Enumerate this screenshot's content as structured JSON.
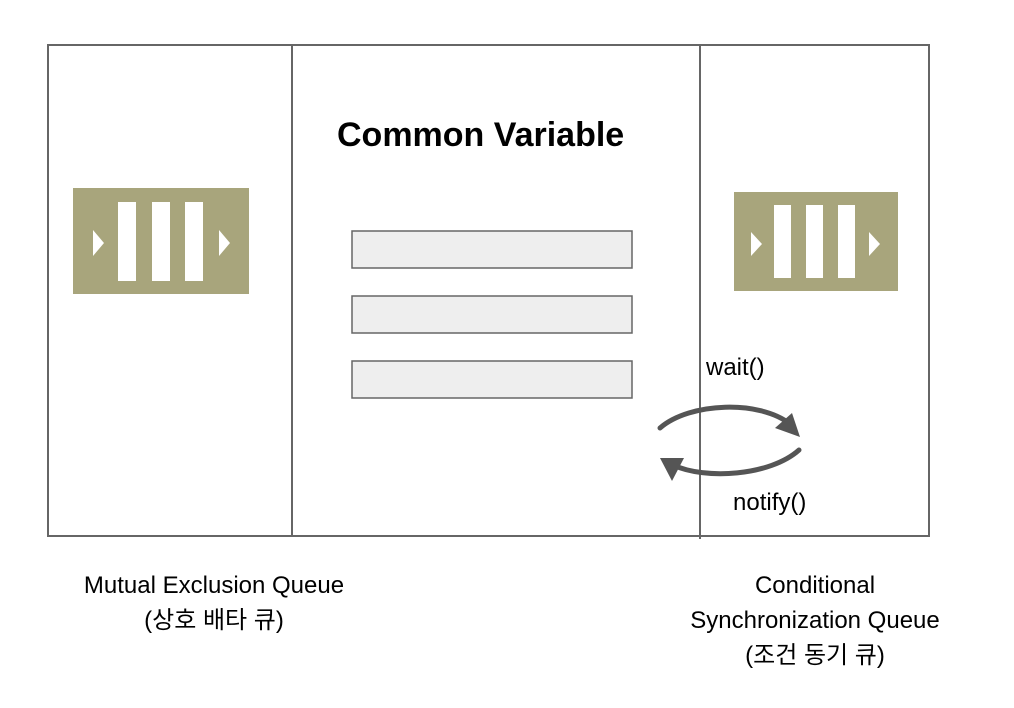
{
  "title": "Common Variable",
  "left_queue": {
    "label_line1": "Mutual Exclusion Queue",
    "label_line2": "(상호 배타 큐)"
  },
  "right_queue": {
    "label_line1": "Conditional",
    "label_line2": "Synchronization  Queue",
    "label_line3": "(조건 동기 큐)"
  },
  "arrows": {
    "wait": "wait()",
    "notify": "notify()"
  },
  "variables": [
    {
      "value": ""
    },
    {
      "value": ""
    },
    {
      "value": ""
    }
  ],
  "colors": {
    "queue_fill": "#a8a57c",
    "slot_fill": "#ffffff",
    "variable_fill": "#eeeeee",
    "variable_stroke": "#666666",
    "frame_stroke": "#666666",
    "arrow": "#555555"
  },
  "icons": [
    "queue-icon",
    "curved-arrow-right-icon",
    "curved-arrow-left-icon"
  ]
}
